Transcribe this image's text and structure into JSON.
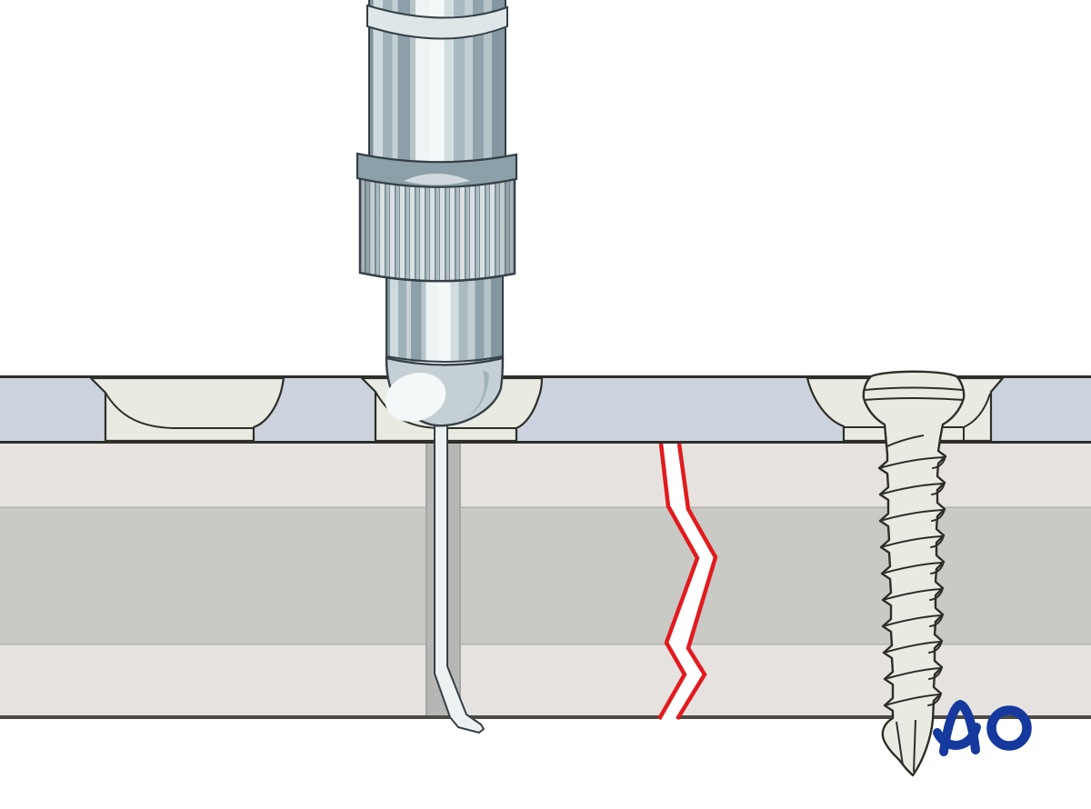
{
  "page": {
    "background": "#ffffff",
    "alt": "Medical illustration: cross-section of a fractured bone fixed with a plate. A depth gauge is inserted through an empty plate hole with its hook engaging the far cortex, a red fracture gap crosses the bone, and a bicortical cortex screw fills the right plate hole. AO logo at lower right."
  },
  "branding": {
    "logo_text": "AO",
    "logo_color": "#16399e"
  },
  "illustration": {
    "labels": {
      "depth_gauge": "Depth gauge",
      "measuring_hook": "Depth gauge hook at far cortex",
      "plate": "Plate (cross-section)",
      "empty_plate_hole": "Empty plate hole",
      "drill_channel": "Drilled hole",
      "fracture": "Fracture gap",
      "cortex_screw": "Bicortical cortex screw",
      "near_cortex": "Near cortex",
      "medullary_bone": "Medullary bone",
      "far_cortex": "Far cortex"
    },
    "colors": {
      "background": "#ffffff",
      "plate": "#cdd3de",
      "plate_recess": "#e9ebe3",
      "bone_cortex": "#e6e2df",
      "bone_medullary": "#c9c9c6",
      "drill_channel": "#b6b7b5",
      "fracture_red": "#e11b1e",
      "fracture_fill": "#ffffff",
      "implant_fill": "#e9ebe3",
      "outline_dark": "#2e2e29",
      "bone_outline": "#4b4a45",
      "metal_outline": "#353f46",
      "knurl_dark": "#8ca0aa",
      "dome_base": "#c5d0d5",
      "wire_fill": "#edf1f2",
      "logo_blue": "#16399e"
    }
  }
}
